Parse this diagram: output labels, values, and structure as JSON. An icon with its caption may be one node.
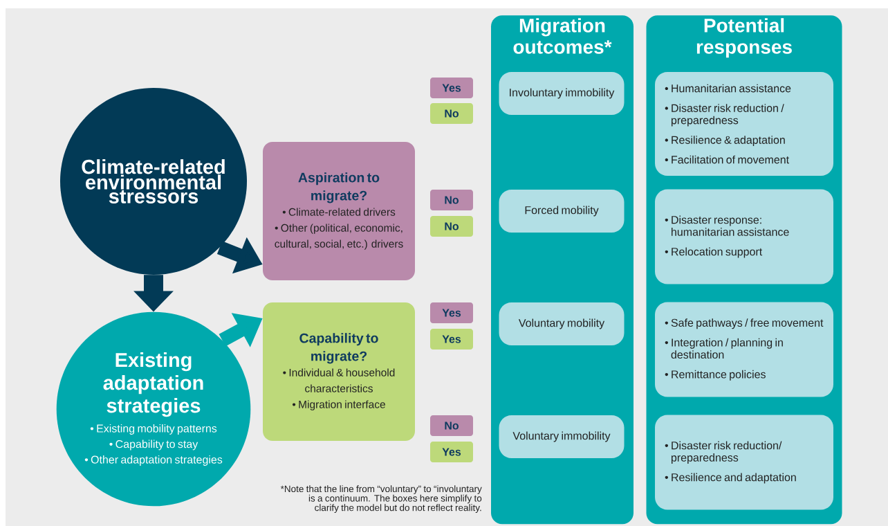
{
  "diagram": {
    "nodes": [
      {
        "text": [
          "Climate-related environmental stressors"
        ]
      },
      {
        "text": [
          "Existing adaptation strategies",
          "• Existing mobility patterns",
          "• Capability to stay",
          "• Other adaptation strategies"
        ]
      },
      {
        "text": [
          "Aspiration to migrate?",
          "• Climate-related drivers",
          "• Other (political, economic, cultural, social, etc.) drivers"
        ]
      },
      {
        "text": [
          "Capability to migrate?",
          "• Individual & household characteristics",
          "• Migration interface"
        ]
      },
      {
        "text": [
          "Yes"
        ]
      },
      {
        "text": [
          "No"
        ]
      },
      {
        "text": [
          "No"
        ]
      },
      {
        "text": [
          "No"
        ]
      },
      {
        "text": [
          "Yes"
        ]
      },
      {
        "text": [
          "Yes"
        ]
      },
      {
        "text": [
          "No"
        ]
      },
      {
        "text": [
          "Yes"
        ]
      },
      {
        "text": [
          "Migration outcomes*"
        ]
      },
      {
        "text": [
          "Involuntary immobility"
        ],
        "in": 12
      },
      {
        "text": [
          "Forced mobility"
        ],
        "in": 12
      },
      {
        "text": [
          "Voluntary mobility"
        ],
        "in": 12
      },
      {
        "text": [
          "Voluntary immobility"
        ],
        "in": 12
      },
      {
        "text": [
          "Potential responses"
        ]
      },
      {
        "text": [
          "• Humanitarian assistance",
          "• Disaster risk reduction / preparedness",
          "• Resilience & adaptation",
          "• Facilitation of movement"
        ],
        "in": 17
      },
      {
        "text": [
          "• Disaster response: humanitarian assistance",
          "• Relocation support"
        ],
        "in": 17
      },
      {
        "text": [
          "• Safe pathways / free movement",
          "• Integration / planning in destination",
          "• Remittance policies"
        ],
        "in": 17
      },
      {
        "text": [
          "• Disaster risk reduction/ preparedness",
          "• Resilience and adaptation"
        ],
        "in": 17
      }
    ],
    "edges": [
      {
        "from": 0,
        "to": 2,
        "arrow": "to"
      },
      {
        "from": 0,
        "to": 1,
        "arrow": "to"
      },
      {
        "from": 1,
        "to": 3,
        "arrow": "to",
        "color": "#00a9ad"
      }
    ],
    "labels": [
      "*Note that the line from “voluntary” to “involuntary is a continuum. The boxes here simplify to clarify the model but do not reflect reality."
    ]
  }
}
